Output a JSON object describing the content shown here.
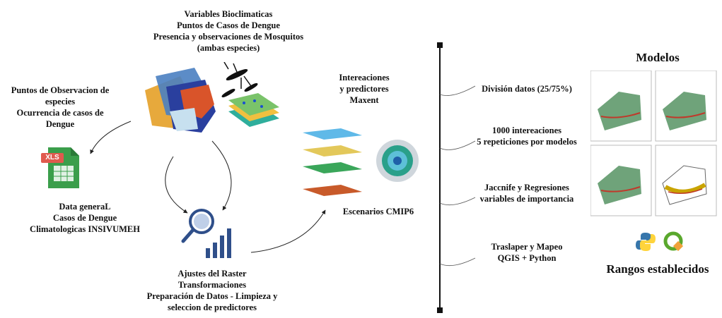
{
  "top_block": {
    "lines": [
      "Variables Bioclimaticas",
      "Puntos de Casos de Dengue",
      "Presencia y observaciones de Mosquitos",
      "(ambas especies)"
    ]
  },
  "left_block": {
    "lines": [
      "Puntos de Observacion de",
      "especies",
      "Ocurrencia de casos de",
      "Dengue"
    ]
  },
  "file_icon": {
    "label": "XLS",
    "color": "#3b9e4b"
  },
  "data_block": {
    "lines": [
      "Data generaL",
      "Casos de Dengue",
      "Climatologicas INSIVUMEH"
    ]
  },
  "raster_block": {
    "lines": [
      "Ajustes del Raster",
      "Transformaciones",
      "Preparación de Datos - Limpieza y",
      "seleccion de predictores"
    ]
  },
  "maxent_block": {
    "lines": [
      "Intereaciones",
      "y predictores",
      "Maxent"
    ]
  },
  "cmip_label": "Escenarios CMIP6",
  "steps": [
    {
      "lines": [
        "División datos (25/75%)"
      ]
    },
    {
      "lines": [
        "1000 intereaciones",
        "5 repeticiones por modelos"
      ]
    },
    {
      "lines": [
        "Jaccnife y Regresiones",
        "variables de importancia"
      ]
    },
    {
      "lines": [
        "Traslaper y Mapeo",
        "QGIS + Python"
      ]
    }
  ],
  "models_title": "Modelos",
  "ranges_title": "Rangos establecidos",
  "colors": {
    "timeline": "#111111",
    "arrow": "#222222",
    "chart_blue": "#2f4f8a",
    "map_green": "#6fa37a",
    "map_red": "#c0392b",
    "python_blue": "#3776ab",
    "python_yellow": "#ffd43b",
    "qgis_green": "#5aa82d"
  }
}
